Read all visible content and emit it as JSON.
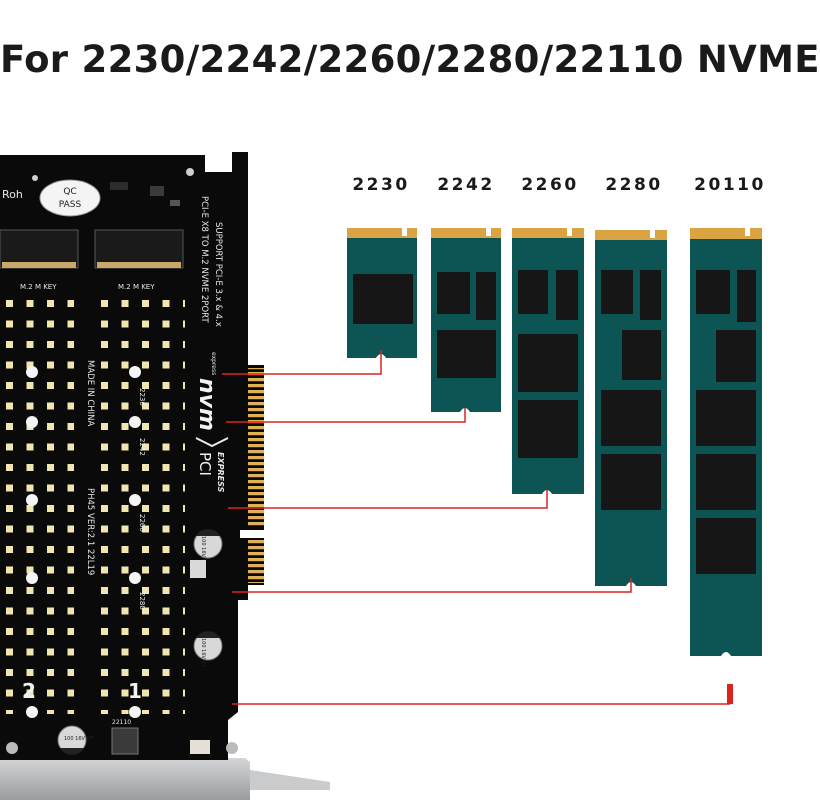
{
  "title": "For 2230/2242/2260/2280/22110 NVME",
  "colors": {
    "pcb": "#0a0a0a",
    "ssd_board": "#0d5454",
    "gold": "#d9a441",
    "chip": "#161616",
    "leader_line": "#dd2222",
    "bracket": "#b9bcbf"
  },
  "ssd_sizes": [
    {
      "label": "2230"
    },
    {
      "label": "2242"
    },
    {
      "label": "2260"
    },
    {
      "label": "2280"
    },
    {
      "label": "20110"
    }
  ],
  "board_text": {
    "qc_line1": "QC",
    "qc_line2": "PASS",
    "brand_partial": "Roh",
    "port_label": "PCI-E X8 TO M.2 NVME 2PORT",
    "support_label": "SUPPORT PCI-E 3.x & 4.x",
    "key_label": "M.2 M KEY",
    "nvm_logo": "nvm",
    "nvm_sub": "express",
    "pci_logo": "PCI",
    "pci_sub": "EXPRESS",
    "made_in": "MADE IN CHINA",
    "version": "PH45   VER:2.1   22L19",
    "slot_1": "1",
    "slot_2": "2",
    "cap_1": "100 16V VT",
    "cap_2": "100 16V VT",
    "cap_3": "100 16V VT",
    "mount_2230": "2230",
    "mount_2242": "2242",
    "mount_2260": "2260",
    "mount_2280": "2280",
    "mount_22110": "22110"
  }
}
